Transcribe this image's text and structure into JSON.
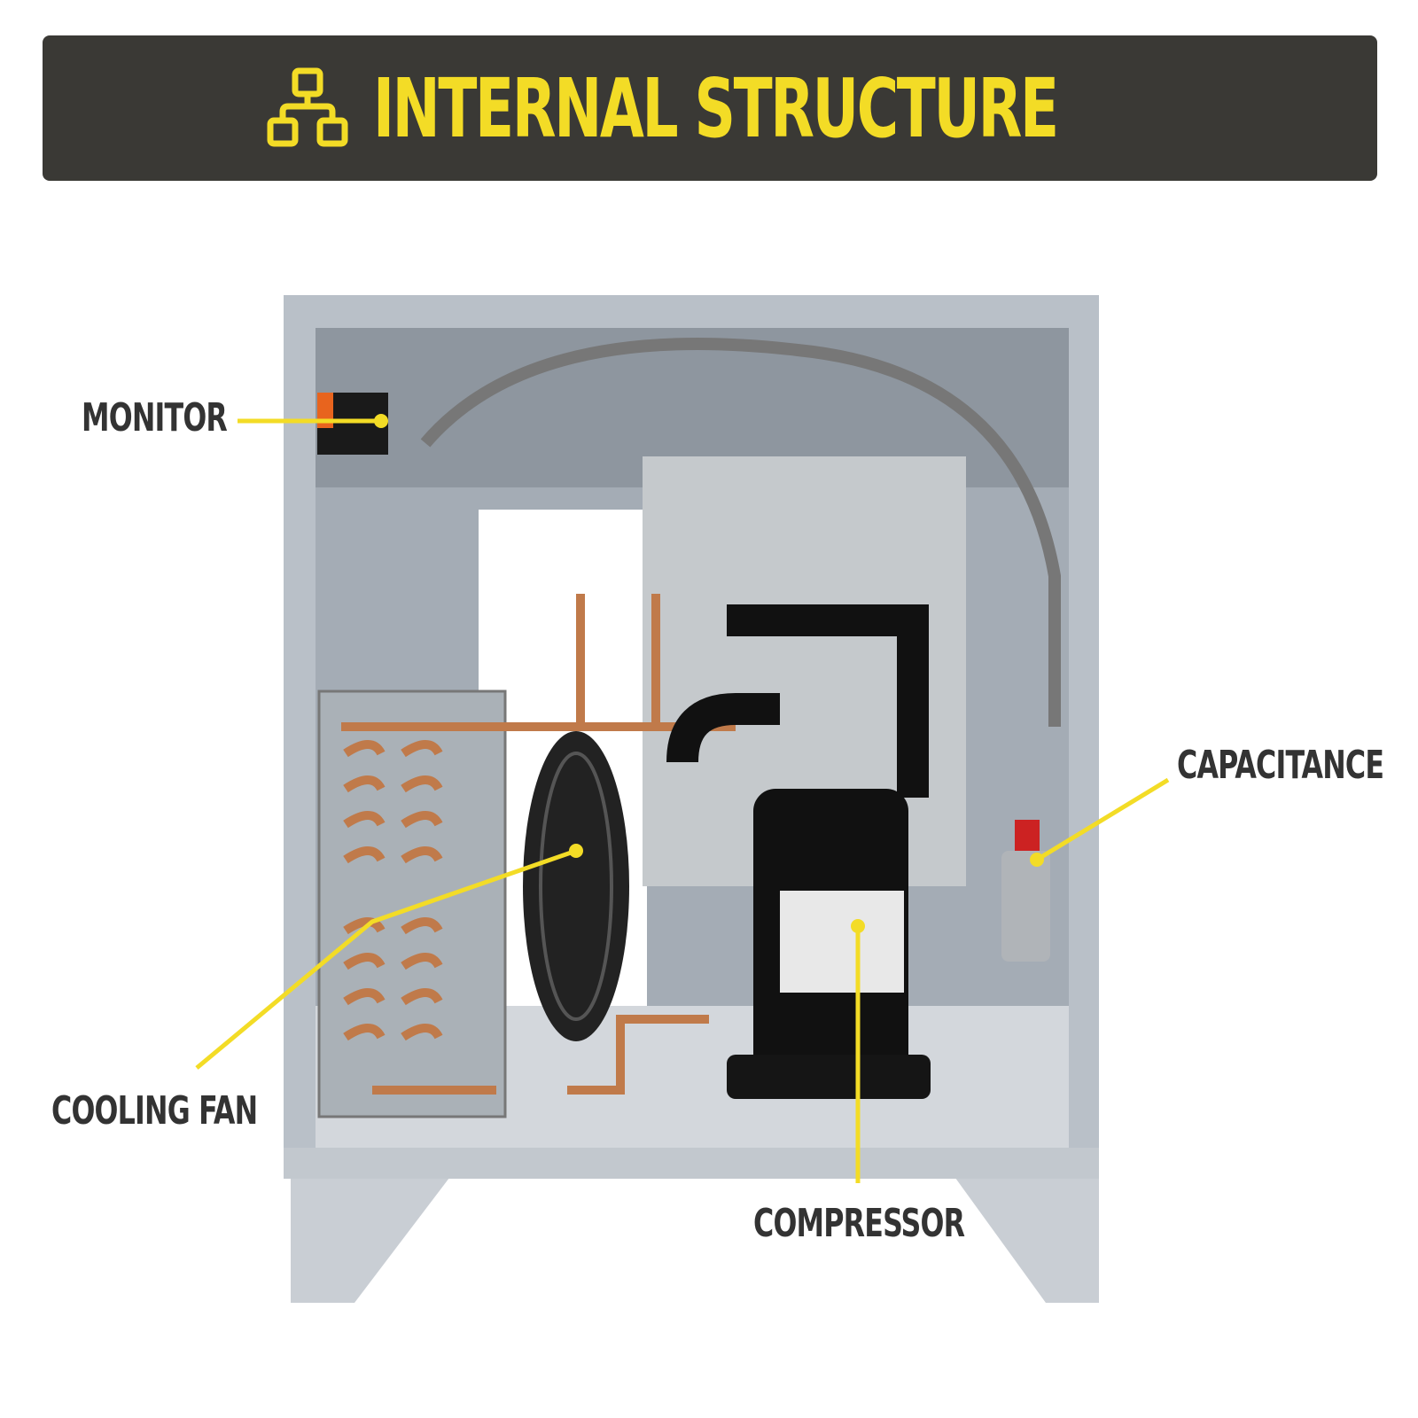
{
  "header": {
    "title": "INTERNAL STRUCTURE",
    "icon": "network-hierarchy-icon"
  },
  "colors": {
    "banner_bg": "#3a3935",
    "accent": "#f3dc26",
    "label_text": "#333333"
  },
  "callouts": [
    {
      "label": "MONITOR"
    },
    {
      "label": "CAPACITANCE"
    },
    {
      "label": "COOLING FAN"
    },
    {
      "label": "COMPRESSOR"
    }
  ]
}
